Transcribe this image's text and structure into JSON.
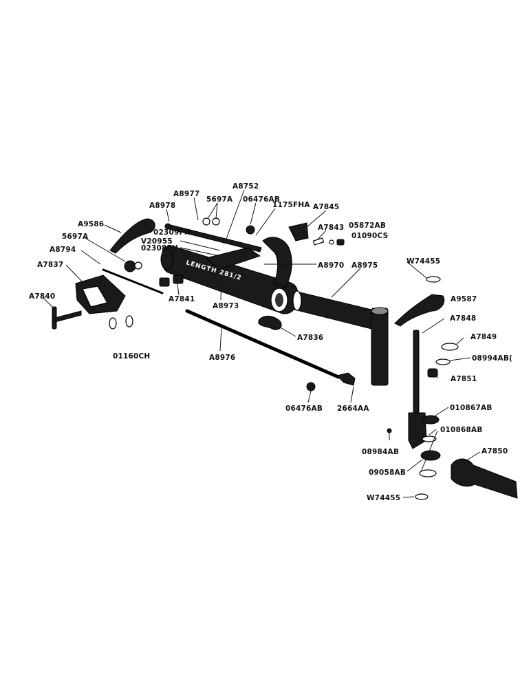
{
  "labels": {
    "a8977": "A8977",
    "a8752": "A8752",
    "p5697a_top": "5697A",
    "p06476ab_top": "06476AB",
    "p1175fha": "1175FHA",
    "a7845": "A7845",
    "a8978": "A8978",
    "a9586": "A9586",
    "p02309fh": "02309FH",
    "v20955": "V20955",
    "p02308fh": "02308FH",
    "p5697a_left": "5697A",
    "a8794": "A8794",
    "a7837": "A7837",
    "a7843": "A7843",
    "p05872ab": "05872AB",
    "p01090cs": "01090CS",
    "a8970": "A8970",
    "a8975": "A8975",
    "w74455_top": "W74455",
    "a9587": "A9587",
    "a7840": "A7840",
    "a7841": "A7841",
    "a8973": "A8973",
    "a7836": "A7836",
    "p01160ch": "01160CH",
    "a8976": "A8976",
    "a7848": "A7848",
    "a7849": "A7849",
    "p08994ab": "08994AB(",
    "a7851": "A7851",
    "p06476ab_bottom": "06476AB",
    "p2664aa": "2664AA",
    "p010867ab": "010867AB",
    "p010868ab": "010868AB",
    "p08984ab": "08984AB",
    "a7850": "A7850",
    "p09058ab": "09058AB",
    "w74455_bottom": "W74455"
  },
  "axle_stamp": "LENGTH 281/2"
}
